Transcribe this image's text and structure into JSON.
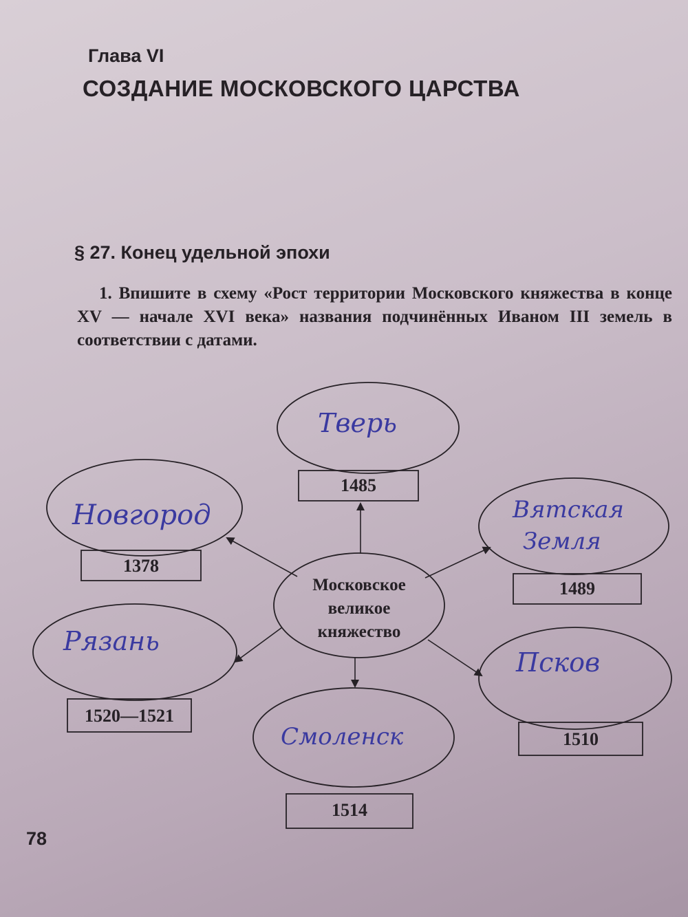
{
  "chapter": {
    "label": "Глава  VI",
    "title": "СОЗДАНИЕ МОСКОВСКОГО ЦАРСТВА"
  },
  "section": {
    "title": "§ 27. Конец удельной эпохи"
  },
  "task": {
    "text": "1. Впишите в схему «Рост территории Московского княжества в конце XV — начале XVI века» названия подчинённых Иваном III земель в соответствии с датами."
  },
  "diagram": {
    "center": {
      "line1": "Московское",
      "line2": "великое",
      "line3": "княжество"
    },
    "nodes": [
      {
        "id": "tver",
        "answer": "Тверь",
        "date": "1485"
      },
      {
        "id": "novgorod",
        "answer": "Новгород",
        "date": "1378"
      },
      {
        "id": "vyatka",
        "answer_line1": "Вятская",
        "answer_line2": "Земля",
        "date": "1489"
      },
      {
        "id": "ryazan",
        "answer": "Рязань",
        "date": "1520—1521"
      },
      {
        "id": "smolensk",
        "answer": "Смоленск",
        "date": "1514"
      },
      {
        "id": "pskov",
        "answer": "Псков",
        "date": "1510"
      }
    ]
  },
  "page_number": "78",
  "colors": {
    "handwriting": "#3a3aa0",
    "print": "#262126"
  }
}
